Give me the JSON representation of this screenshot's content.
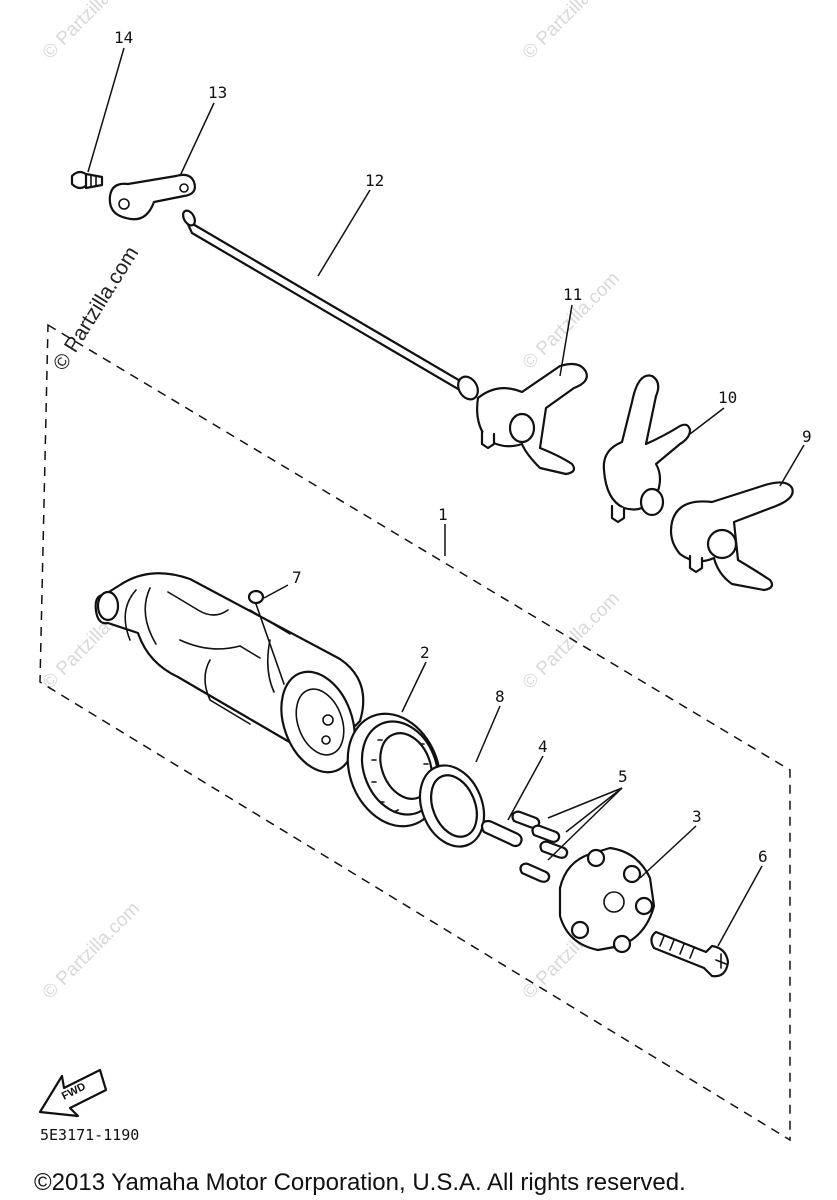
{
  "callouts": [
    "1",
    "2",
    "3",
    "4",
    "5",
    "6",
    "7",
    "8",
    "9",
    "10",
    "11",
    "12",
    "13",
    "14"
  ],
  "watermark_text": "© Partzilla.com",
  "fwd_label": "FWD",
  "diagram_code": "5E3171-1190",
  "copyright": "©2013 Yamaha Motor Corporation, U.S.A. All rights reserved."
}
